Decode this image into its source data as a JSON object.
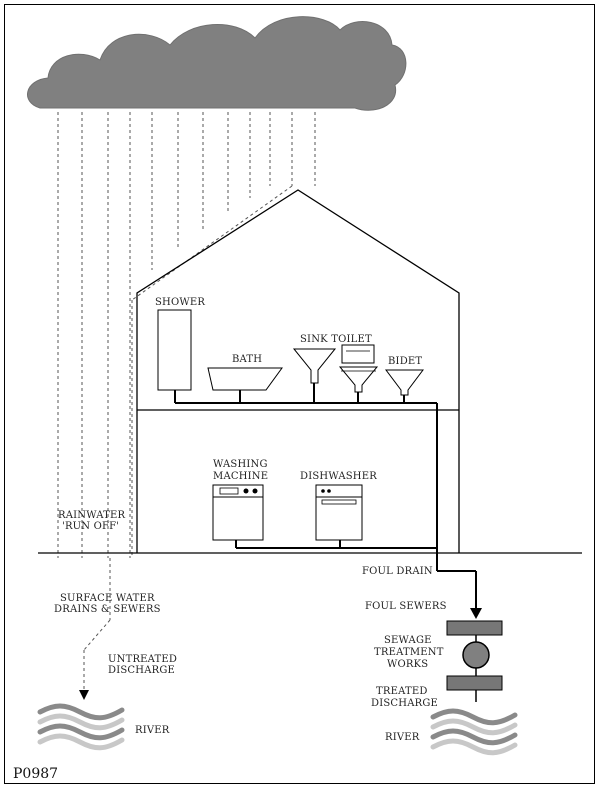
{
  "labels": {
    "shower": "SHOWER",
    "bath": "BATH",
    "sink_toilet": "SINK TOILET",
    "bidet": "BIDET",
    "washing_machine_1": "WASHING",
    "washing_machine_2": "MACHINE",
    "dishwasher": "DISHWASHER",
    "rainwater_1": "RAINWATER",
    "rainwater_2": "'RUN OFF'",
    "foul_drain": "FOUL DRAIN",
    "surface_water_1": "SURFACE WATER",
    "surface_water_2": "DRAINS & SEWERS",
    "foul_sewers": "FOUL SEWERS",
    "sewage_1": "SEWAGE",
    "sewage_2": "TREATMENT",
    "sewage_3": "WORKS",
    "untreated_1": "UNTREATED",
    "untreated_2": "DISCHARGE",
    "treated_1": "TREATED",
    "treated_2": "DISCHARGE",
    "river_left": "RIVER",
    "river_right": "RIVER",
    "figure_code": "P0987"
  },
  "colors": {
    "cloud": "#808080",
    "line": "#000000",
    "rain": "#555555",
    "plate": "#777777",
    "water_dark": "#8a8a8a",
    "water_light": "#c8c8c8"
  }
}
